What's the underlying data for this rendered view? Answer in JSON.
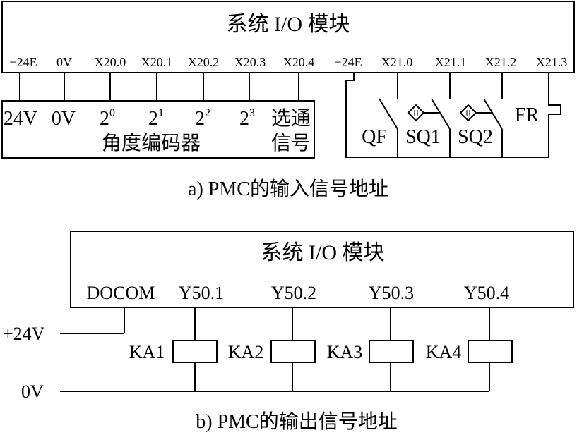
{
  "diagram_a": {
    "module_title": "系统 I/O 模块",
    "pins": [
      "+24E",
      "0V",
      "X20.0",
      "X20.1",
      "X20.2",
      "X20.3",
      "X20.4",
      "+24E",
      "X21.0",
      "X21.1",
      "X21.2",
      "X21.3"
    ],
    "encoder": {
      "label_24v": "24V",
      "label_0v": "0V",
      "bits": [
        {
          "base": "2",
          "exp": "0"
        },
        {
          "base": "2",
          "exp": "1"
        },
        {
          "base": "2",
          "exp": "2"
        },
        {
          "base": "2",
          "exp": "3"
        }
      ],
      "select_line1": "选通",
      "select_line2": "信号",
      "name": "角度编码器"
    },
    "switches": [
      "QF",
      "SQ1",
      "SQ2",
      "FR"
    ],
    "caption": "a) PMC的输入信号地址"
  },
  "diagram_b": {
    "module_title": "系统 I/O 模块",
    "pins": [
      "DOCOM",
      "Y50.1",
      "Y50.2",
      "Y50.3",
      "Y50.4"
    ],
    "supply_pos": "+24V",
    "supply_neg": "0V",
    "relays": [
      "KA1",
      "KA2",
      "KA3",
      "KA4"
    ],
    "caption": "b) PMC的输出信号地址"
  }
}
